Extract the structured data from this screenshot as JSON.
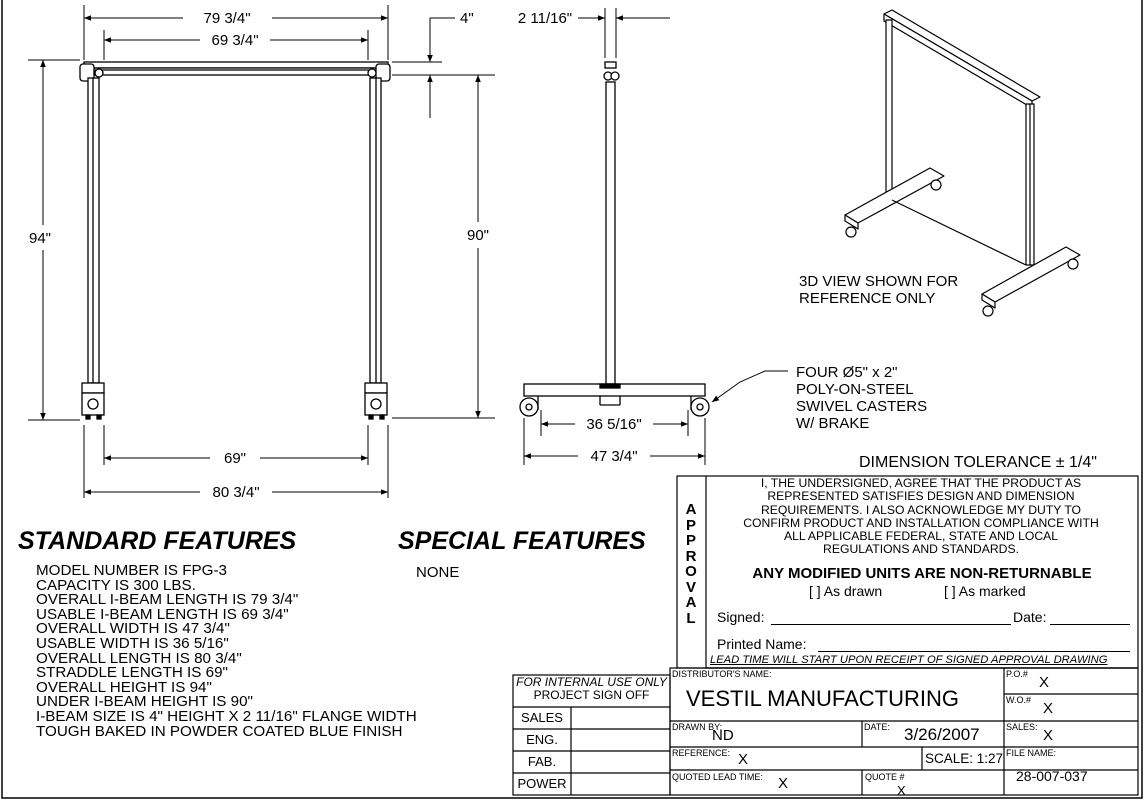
{
  "dimensions": {
    "overall_ibeam_length": "79 3/4\"",
    "usable_ibeam_length": "69 3/4\"",
    "flange_height": "4\"",
    "flange_width": "2 11/16\"",
    "overall_height": "94\"",
    "under_ibeam_height": "90\"",
    "straddle_length": "69\"",
    "overall_length": "80 3/4\"",
    "usable_width": "36 5/16\"",
    "overall_width": "47 3/4\""
  },
  "casters_note": [
    "FOUR Ø5\" x 2\"",
    "POLY-ON-STEEL",
    "SWIVEL CASTERS",
    "W/ BRAKE"
  ],
  "view_note": [
    "3D VIEW SHOWN FOR",
    "REFERENCE ONLY"
  ],
  "dimension_tolerance": "DIMENSION TOLERANCE ± 1/4\"",
  "standard_features": {
    "title": "STANDARD FEATURES",
    "items": [
      "MODEL NUMBER IS FPG-3",
      "CAPACITY IS 300 LBS.",
      "OVERALL I-BEAM LENGTH IS 79 3/4\"",
      "USABLE I-BEAM LENGTH IS 69 3/4\"",
      "OVERALL WIDTH IS 47 3/4\"",
      "USABLE WIDTH IS 36 5/16\"",
      "OVERALL LENGTH IS 80 3/4\"",
      "STRADDLE LENGTH IS 69\"",
      "OVERALL HEIGHT IS 94\"",
      "UNDER I-BEAM HEIGHT IS 90\"",
      "I-BEAM SIZE IS 4\" HEIGHT X 2 11/16\" FLANGE WIDTH",
      "TOUGH BAKED IN POWDER COATED BLUE FINISH"
    ]
  },
  "special_features": {
    "title": "SPECIAL FEATURES",
    "value": "NONE"
  },
  "approval": {
    "vertical_label": [
      "A",
      "P",
      "P",
      "R",
      "O",
      "V",
      "A",
      "L"
    ],
    "statement": "I, THE UNDERSIGNED, AGREE THAT THE PRODUCT AS REPRESENTED SATISFIES DESIGN AND DIMENSION REQUIREMENTS. I ALSO ACKNOWLEDGE MY DUTY TO CONFIRM PRODUCT AND INSTALLATION COMPLIANCE WITH ALL APPLICABLE FEDERAL, STATE AND LOCAL REGULATIONS AND STANDARDS.",
    "warning": "ANY MODIFIED UNITS ARE NON-RETURNABLE",
    "as_drawn": "[ ] As drawn",
    "as_marked": "[ ] As marked",
    "signed_label": "Signed:",
    "date_label": "Date:",
    "printed_name_label": "Printed Name:",
    "lead_time_note": "LEAD TIME WILL START UPON RECEIPT OF SIGNED APPROVAL DRAWING"
  },
  "internal_use": {
    "header_line1": "FOR INTERNAL USE ONLY",
    "header_line2": "PROJECT SIGN OFF",
    "rows": [
      "SALES",
      "ENG.",
      "FAB.",
      "POWER"
    ]
  },
  "title_block": {
    "distributor_label": "DISTRIBUTOR'S NAME:",
    "distributor": "VESTIL MANUFACTURING",
    "po_label": "P.O.#",
    "po": "X",
    "wo_label": "W.O.#",
    "wo": "X",
    "drawn_by_label": "DRAWN BY:",
    "drawn_by": "ND",
    "date_label": "DATE:",
    "date": "3/26/2007",
    "sales_label": "SALES:",
    "sales": "X",
    "reference_label": "REFERENCE:",
    "reference": "X",
    "scale": "SCALE: 1:27",
    "file_name_label": "FILE NAME:",
    "file_name": "28-007-037",
    "quoted_lead_label": "QUOTED LEAD TIME:",
    "quoted_lead": "X",
    "quote_label": "QUOTE #",
    "quote": "X"
  }
}
